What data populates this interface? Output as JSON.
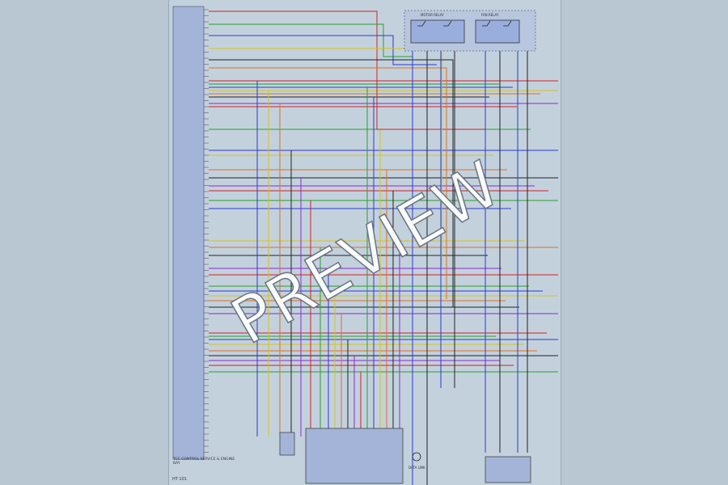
{
  "watermark": "PREVIEW",
  "page_id": "HT 101",
  "ecu_label": "TCC CONTROL SERVICE & ENGINE BAY",
  "relays": {
    "left": "MOTOR RELAY",
    "right": "FAN RELAY"
  },
  "connector_bottom_label": "DATA LINK",
  "colors": {
    "background": "#b9c7d3",
    "sheet": "#c3d1dd",
    "ecu_block": "#a3b4d8",
    "wire_red": "#cc2222",
    "wire_green": "#2aa02a",
    "wire_blue": "#2a3ad0",
    "wire_yellow": "#d6c21a",
    "wire_orange": "#e07020",
    "wire_black": "#222222",
    "wire_purple": "#8a2ad0"
  }
}
